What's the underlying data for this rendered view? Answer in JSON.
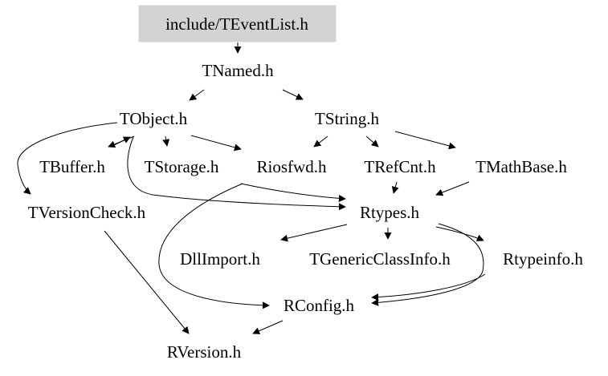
{
  "graph": {
    "root_fill": "#d3d3d3",
    "nodes": {
      "root": "include/TEventList.h",
      "tnamed": "TNamed.h",
      "tobject": "TObject.h",
      "tstring": "TString.h",
      "tbuffer": "TBuffer.h",
      "tstorage": "TStorage.h",
      "riosfwd": "Riosfwd.h",
      "trefcnt": "TRefCnt.h",
      "tmathbase": "TMathBase.h",
      "tversioncheck": "TVersionCheck.h",
      "rtypes": "Rtypes.h",
      "dllimport": "DllImport.h",
      "tgenericclassinfo": "TGenericClassInfo.h",
      "rtypeinfo": "Rtypeinfo.h",
      "rconfig": "RConfig.h",
      "rversion": "RVersion.h"
    },
    "edges": [
      [
        "include/TEventList.h",
        "TNamed.h"
      ],
      [
        "TNamed.h",
        "TObject.h"
      ],
      [
        "TNamed.h",
        "TString.h"
      ],
      [
        "TObject.h",
        "TBuffer.h"
      ],
      [
        "TObject.h",
        "TStorage.h"
      ],
      [
        "TObject.h",
        "Riosfwd.h"
      ],
      [
        "TObject.h",
        "TVersionCheck.h"
      ],
      [
        "TObject.h",
        "Rtypes.h"
      ],
      [
        "TString.h",
        "Riosfwd.h"
      ],
      [
        "TString.h",
        "TRefCnt.h"
      ],
      [
        "TString.h",
        "TMathBase.h"
      ],
      [
        "TBuffer.h",
        "TObject.h"
      ],
      [
        "TRefCnt.h",
        "Rtypes.h"
      ],
      [
        "TMathBase.h",
        "Rtypes.h"
      ],
      [
        "Riosfwd.h",
        "Rtypes.h"
      ],
      [
        "Riosfwd.h",
        "RConfig.h"
      ],
      [
        "TVersionCheck.h",
        "RVersion.h"
      ],
      [
        "Rtypes.h",
        "DllImport.h"
      ],
      [
        "Rtypes.h",
        "TGenericClassInfo.h"
      ],
      [
        "Rtypes.h",
        "Rtypeinfo.h"
      ],
      [
        "Rtypes.h",
        "RConfig.h"
      ],
      [
        "Rtypeinfo.h",
        "RConfig.h"
      ],
      [
        "RConfig.h",
        "RVersion.h"
      ]
    ]
  }
}
